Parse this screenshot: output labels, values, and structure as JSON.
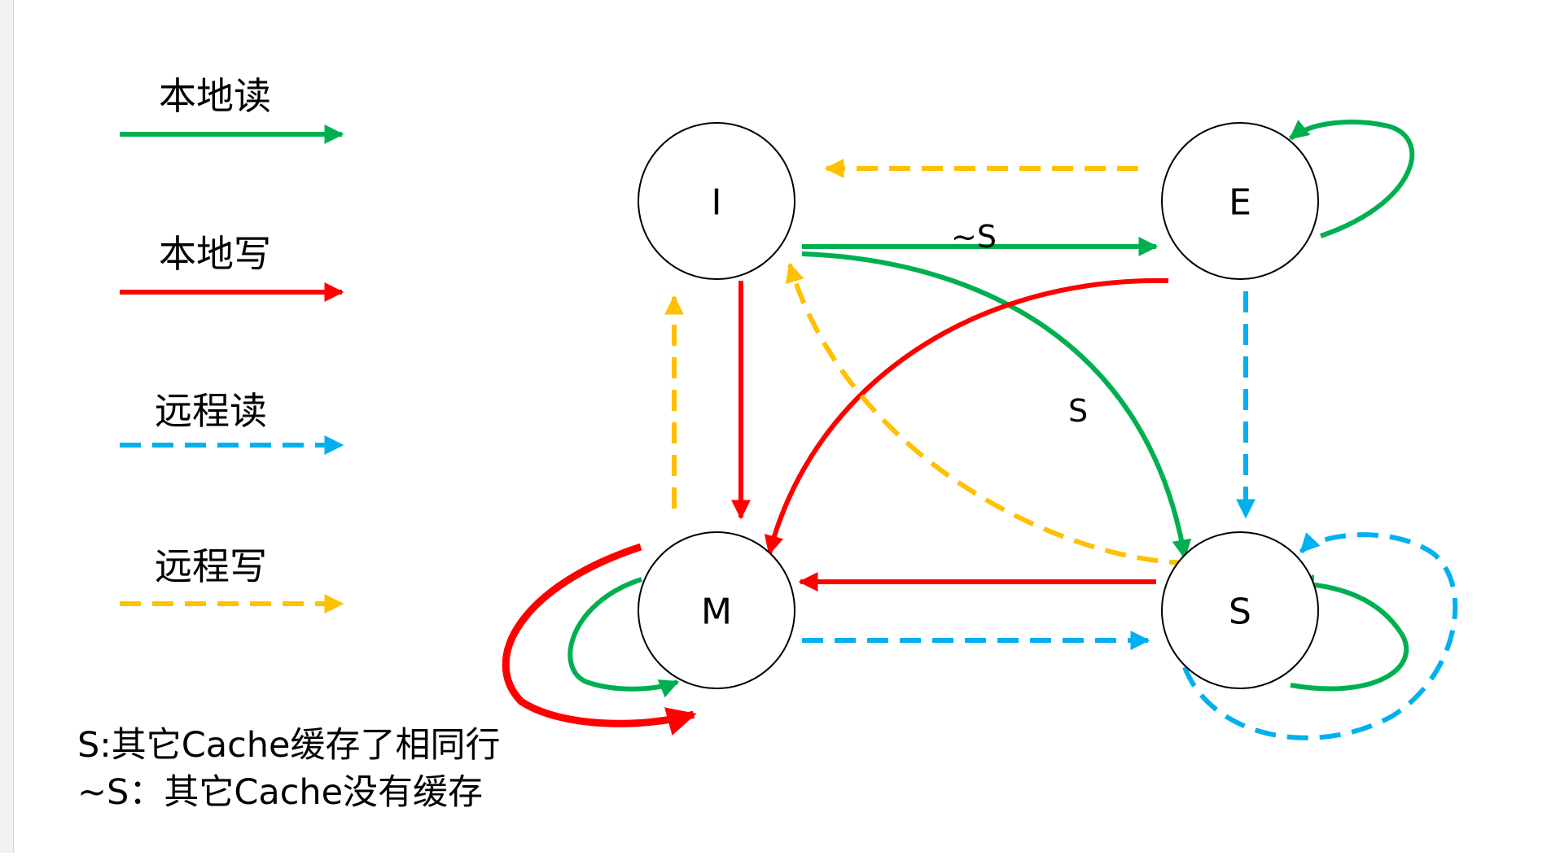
{
  "colors": {
    "local_read": "#00b050",
    "local_write": "#ff0000",
    "remote_read": "#00b0f0",
    "remote_write": "#ffc000",
    "node_stroke": "#000000",
    "text": "#000000"
  },
  "legend": {
    "local_read": "本地读",
    "local_write": "本地写",
    "remote_read": "远程读",
    "remote_write": "远程写"
  },
  "states": {
    "I": "I",
    "E": "E",
    "M": "M",
    "S": "S"
  },
  "edge_labels": {
    "i_to_e": "~S",
    "i_to_s": "S"
  },
  "notes": {
    "line1": "S:其它Cache缓存了相同行",
    "line2": "~S：其它Cache没有缓存"
  },
  "transitions": [
    {
      "from": "I",
      "to": "E",
      "kind": "local_read",
      "label": "~S"
    },
    {
      "from": "I",
      "to": "S",
      "kind": "local_read",
      "label": "S"
    },
    {
      "from": "I",
      "to": "M",
      "kind": "local_write"
    },
    {
      "from": "E",
      "to": "E",
      "kind": "local_read"
    },
    {
      "from": "E",
      "to": "I",
      "kind": "remote_write"
    },
    {
      "from": "E",
      "to": "M",
      "kind": "local_write"
    },
    {
      "from": "E",
      "to": "S",
      "kind": "remote_read"
    },
    {
      "from": "M",
      "to": "M",
      "kind": "local_read"
    },
    {
      "from": "M",
      "to": "M",
      "kind": "local_write"
    },
    {
      "from": "M",
      "to": "I",
      "kind": "remote_write"
    },
    {
      "from": "M",
      "to": "S",
      "kind": "remote_read"
    },
    {
      "from": "S",
      "to": "S",
      "kind": "local_read"
    },
    {
      "from": "S",
      "to": "S",
      "kind": "remote_read"
    },
    {
      "from": "S",
      "to": "M",
      "kind": "local_write"
    },
    {
      "from": "S",
      "to": "I",
      "kind": "remote_write"
    }
  ]
}
